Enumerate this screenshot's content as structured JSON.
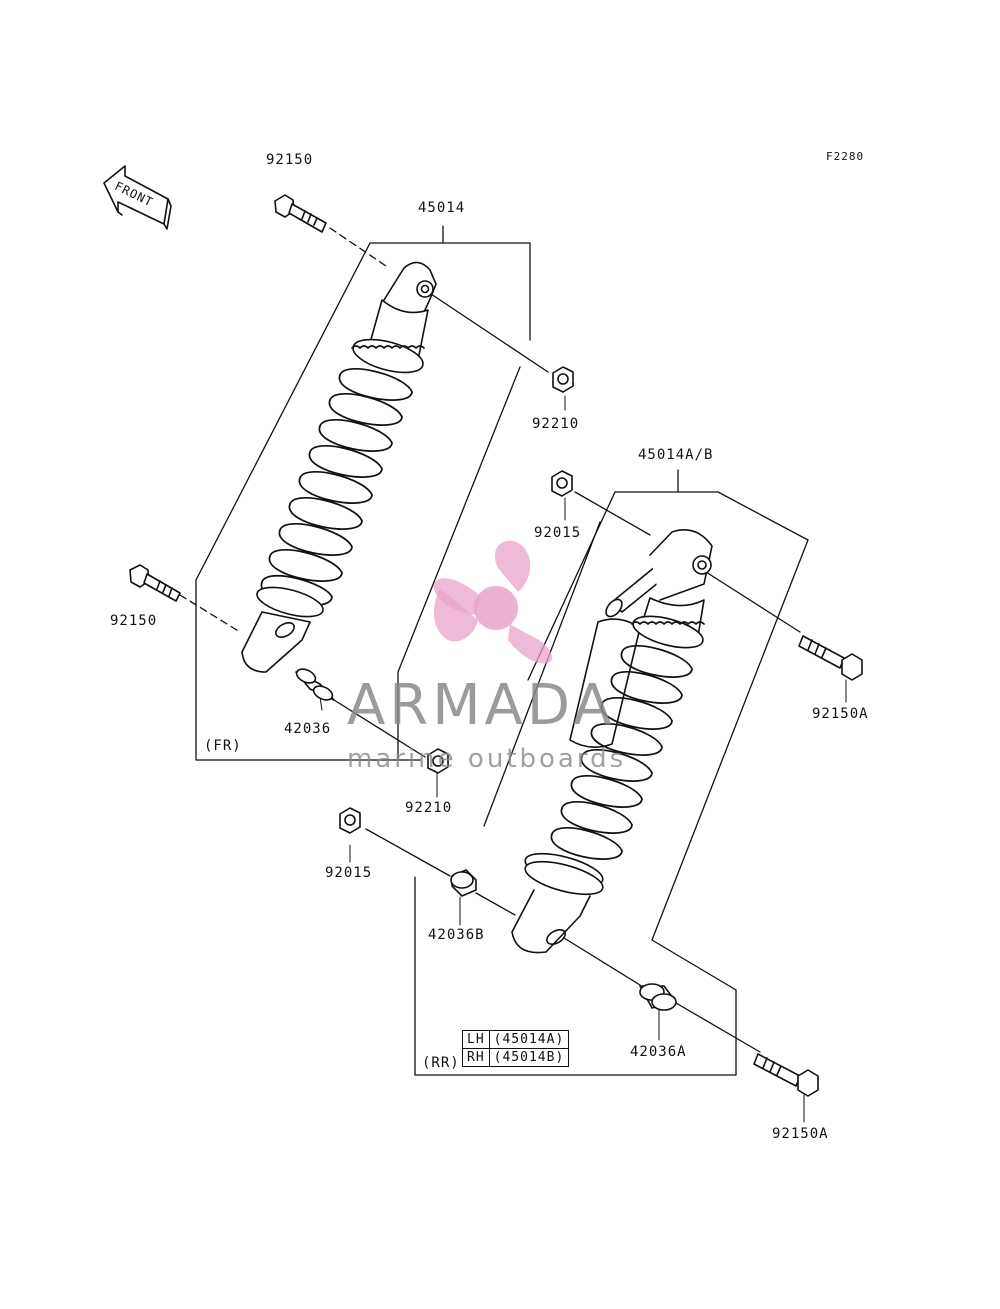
{
  "diagram": {
    "code": "F2280",
    "direction": "FRONT",
    "front_group": "(FR)",
    "rear_group": "(RR)"
  },
  "parts": {
    "p92150_top": "92150",
    "p45014": "45014",
    "p92210_top": "92210",
    "p92150_mid": "92150",
    "p42036": "42036",
    "p92210_low": "92210",
    "p45014ab": "45014A/B",
    "p92015_top": "92015",
    "p92150a_upper": "92150A",
    "p92015_low": "92015",
    "p42036b": "42036B",
    "p42036a": "42036A",
    "p92150a_lower": "92150A"
  },
  "variants": [
    {
      "side": "LH",
      "part": "(45014A)"
    },
    {
      "side": "RH",
      "part": "(45014B)"
    }
  ],
  "watermark": {
    "title": "ARMADA",
    "subtitle": "marine outboards",
    "color": "#e9a3c9"
  }
}
